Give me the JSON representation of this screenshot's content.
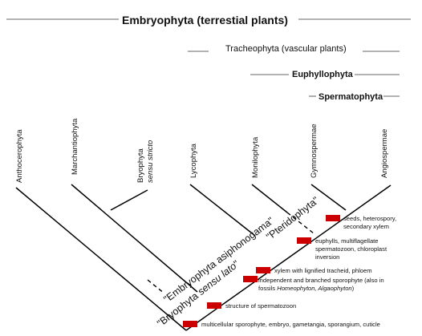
{
  "diagram": {
    "groups": {
      "embryophyta": "Embryophyta (terrestial plants)",
      "tracheophyta": "Tracheophyta (vascular plants)",
      "euphyllophyta": "Euphyllophyta",
      "spermatophyta": "Spermatophyta"
    },
    "taxa": {
      "anthocerophyta": "Anthocerophyta",
      "marchantiophyta": "Marchantiophyta",
      "bryophyta": "Bryophyta",
      "bryophyta_sub": "sensu stricto",
      "lycophyta": "Lycophyta",
      "monilophyta": "Monilophyta",
      "gymnospermae": "Gymnospermae",
      "angiospermae": "Angiospermae"
    },
    "paraphyletic": {
      "embryophyta_asiphonogama": "\"Embryophyta asiphonogama\"",
      "bryophyta_sensu_lato_quote": "\"Bryophyta ",
      "bryophyta_sensu_lato_ital": "sensu lato",
      "bryophyta_sensu_lato_end": "\"",
      "pteridophyta": "\"Pteridophyta\""
    },
    "characters": {
      "c1": "multicellular sporophyte, embryo, gametangia, sporangium, cuticle",
      "c2": "structure of spermatozoon",
      "c3_line1": "independent and branched  sporophyte (also in",
      "c3_line2_prefix": "fossils ",
      "c3_line2_italic": "Homeophyton, Algaophyton",
      "c3_line2_suffix": ")",
      "c4": "xylem with lignified tracheid, phloem",
      "c5_line1": "euphylls, multiflagellate",
      "c5_line2": "spermatozoon, chloroplast",
      "c5_line3": "inversion",
      "c6_line1": "seeds, heterospory,",
      "c6_line2": "secondary xylem"
    },
    "colors": {
      "marker": "#cc0000",
      "bracket": "#999999",
      "lines": "#000000"
    }
  }
}
